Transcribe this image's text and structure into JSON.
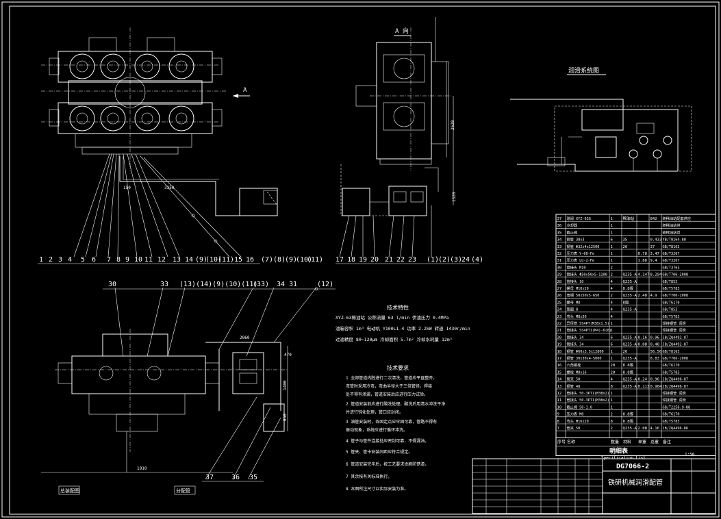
{
  "drawing": {
    "number": "DG7066-2",
    "title": "铁研机械润滑配管",
    "view_label_a": "A",
    "view_label_a_dir": "A 向",
    "lube_system_title": "润滑系统图"
  },
  "callouts_top_left": [
    "1",
    "2",
    "3",
    "4",
    "5",
    "6",
    "7",
    "8",
    "9",
    "10",
    "11",
    "12",
    "13",
    "14",
    "(9)",
    "(10)",
    "(11)",
    "15",
    "16"
  ],
  "callouts_top_mid": [
    "(7)",
    "(8)",
    "(9)",
    "(10)",
    "(11)"
  ],
  "callouts_top_right": [
    "17",
    "18",
    "19",
    "20",
    "21",
    "22",
    "23",
    "(1)",
    "(2)",
    "(3)",
    "24",
    "(4)"
  ],
  "callouts_bottom_top": [
    "30",
    "33",
    "(13)(14)(9)(10)(11)",
    "(33)",
    "34",
    "31",
    "(12)"
  ],
  "callouts_bottom_low": [
    "37",
    "36",
    "35"
  ],
  "dims": {
    "d1": "150",
    "d2": "3350",
    "d3": "2620",
    "d4": "1320",
    "d5": "2060",
    "d6": "470",
    "d7": "1400",
    "d8": "850",
    "d9": "1910"
  },
  "tech_spec": {
    "title": "技术特性",
    "line1": "XYZ-63稀油站    公称流量 63 l/min   供油压力 0.4MPa",
    "line2": "油箱容积 1m³     电动机  Y100L1-4  功率 2.2kW   转速 1430r/min",
    "line3": "过滤精度 80~120μm   冷却面积 5.7m²    冷却水耗量 12m³"
  },
  "tech_req": {
    "title": "技术要求",
    "items": [
      "1 全部管道内腔进行二次清洗，管道应平直整齐，",
      "  弯管时采用冷弯，弯曲半径大于三倍管径，焊接",
      "  处不得有渗漏，管道安装后应进行压力试验。",
      "2 管道安装前应进行酸洗处理，酸洗后用清水冲洗干净",
      "  并进行钝化处理，管口应封闭。",
      "3 油管安装时，各固定点应牢固可靠，管路不得有",
      "  振动现象，系统应进行循环冲洗。",
      "4 管子与管件连接处应密封可靠，不得漏油。",
      "5 管夹、管卡安装间距应符合规定。",
      "6 管道安装完毕后，按工艺要求涂刷防锈漆。",
      "7 其余按有关标准执行。",
      "8 本图所注尺寸以实际安装为准。"
    ]
  },
  "bom": {
    "rows": [
      [
        "37",
        "球阀 XYZ-63G",
        "1",
        "稀油站",
        "",
        "842",
        "随稀油站配套供应"
      ],
      [
        "36",
        "冷却器",
        "1",
        "",
        "",
        "",
        "随稀油站供"
      ],
      [
        "35",
        "截止阀",
        "1",
        "",
        "",
        "",
        "随稀油站供"
      ],
      [
        "34",
        "钢管 38x3",
        "6",
        "35",
        "",
        "0.433",
        "YB/T8164-88"
      ],
      [
        "33",
        "钢管 Φ32x4x12500",
        "1",
        "20",
        "",
        "37",
        "GB/T8163"
      ],
      [
        "32",
        "压力表 Y-60-Fe",
        "1",
        "",
        "0.78",
        "3.47",
        "GB/T3267"
      ],
      [
        "31",
        "压力表 LU-2-Fe",
        "1",
        "",
        "1.88",
        "9.4",
        "GB/T3267"
      ],
      [
        "30",
        "管接头 M10",
        "2",
        "",
        "",
        "",
        "GB/T3763"
      ],
      [
        "29",
        "管接头 Φ50x50x5-1100",
        "2",
        "Q235-A",
        "4.147",
        "8.294",
        "GB/T706-2008"
      ],
      [
        "28",
        "管接头 10",
        "4",
        "Q235-A",
        "",
        "",
        "GB/T853"
      ],
      [
        "27",
        "螺母 M10x20",
        "4",
        "8.8级",
        "",
        "",
        "GB/T5783"
      ],
      [
        "26",
        "角钢 50x50x5-650",
        "2",
        "Q235-A",
        "2.48",
        "4.9",
        "GB/T706-2008"
      ],
      [
        "25",
        "螺母 M8",
        "4",
        "8级",
        "",
        "",
        "GB/T6170"
      ],
      [
        "24",
        "垫圈 8",
        "4",
        "Q235-A",
        "",
        "",
        "GB/T853"
      ],
      [
        "23",
        "弯头 M8x30",
        "4",
        "",
        "",
        "",
        "GB/T5783"
      ],
      [
        "22",
        "异径管 SS4PT(M38x1.5)",
        "1",
        "",
        "",
        "",
        "焊接钢管 润滑"
      ],
      [
        "21",
        "管接头 SS4PT1(M4)-6(8)",
        "1",
        "",
        "",
        "",
        "焊接钢管 润滑"
      ],
      [
        "20",
        "管接头 34",
        "6",
        "Q235-A",
        "0.16",
        "0.96",
        "JB/ZQ4492-87"
      ],
      [
        "19",
        "管接头 34",
        "6",
        "Q235-A",
        "0.08",
        "0.48",
        "JB/ZQ4492-87"
      ],
      [
        "18",
        "钢管 Φ60x3.5x12800",
        "1",
        "20",
        "",
        "56.56",
        "GB/T8163"
      ],
      [
        "17",
        "钢管 30x30x4-5000",
        "1",
        "Q235-A",
        "",
        "8.83",
        "GB/T706-2008"
      ],
      [
        "16",
        "六角螺栓",
        "20",
        "8.8级",
        "",
        "",
        "GB/T6170"
      ],
      [
        "15",
        "螺栓 M8x16",
        "20",
        "8.8级",
        "",
        "",
        "GB/T5783"
      ],
      [
        "14",
        "管夹 50",
        "4",
        "Q235-A",
        "0.24",
        "0.96",
        "JB/ZQ4496-87"
      ],
      [
        "13",
        "钢管 48",
        "8",
        "Q235-A",
        "0.113",
        "0.904",
        "JB/ZQ4496-87"
      ],
      [
        "12",
        "管接头 50-3PT1(M38x2)",
        "1",
        "",
        "",
        "",
        "焊接钢管 润滑"
      ],
      [
        "11",
        "管接头 50-3PT1(M38x2)",
        "1",
        "",
        "",
        "",
        "焊接钢管 润滑"
      ],
      [
        "10",
        "截止阀 50-1.0",
        "1",
        "",
        "",
        "",
        "GB/T2256.9-88"
      ],
      [
        "9",
        "压力表 M8",
        "2",
        "8.8级",
        "",
        "",
        "GB/T6170"
      ],
      [
        "8",
        "弯头 M16x20",
        "8",
        "8.8级",
        "",
        "",
        "GB/T5783"
      ],
      [
        "7",
        "管夹 50",
        "2",
        "Q235-A",
        "2.08",
        "4.16",
        "JB/ZQ4496-86"
      ]
    ],
    "header": [
      "序号",
      "名称",
      "数量",
      "材料",
      "单重",
      "总重",
      "备注"
    ],
    "list_title": "明细表",
    "list_subtitle": "Specification List",
    "scale": "1:50"
  },
  "corner_labels": {
    "left": "总装配图",
    "right": "分配管"
  }
}
